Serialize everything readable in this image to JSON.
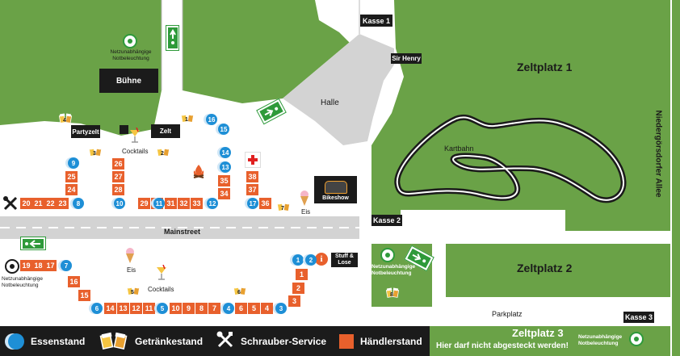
{
  "map": {
    "areas": {
      "zeltplatz1": "Zeltplatz 1",
      "zeltplatz2": "Zeltplatz 2",
      "zeltplatz3": "Zeltplatz 3",
      "zeltplatz3_note": "Hier darf nicht abgesteckt werden!",
      "halle": "Halle",
      "kartbahn": "Kartbahn",
      "parkplatz": "Parkplatz",
      "mainstreet": "Mainstreet",
      "allee": "Niedergörsdorfer Allee",
      "cocktails": "Cocktails",
      "eis": "Eis"
    },
    "blocks": {
      "buehne": "Bühne",
      "partyzelt": "Partyzelt",
      "zelt": "Zelt",
      "kasse1": "Kasse 1",
      "kasse2": "Kasse 2",
      "kasse3": "Kasse 3",
      "sir_henry": "Sir Henry",
      "stuff_lose": "Stuff & Lose",
      "bikeshow": "Bikeshow",
      "emergency_light": "Netzunabhängige Notbeleuchtung"
    },
    "colors": {
      "grass": "#6aa247",
      "road": "#d3d3d3",
      "haendler": "#e8602c",
      "essen": "#1e8fd6",
      "block": "#1b1b1b",
      "exit": "#2e9a3a"
    },
    "haendler": [
      "1",
      "2",
      "3",
      "4",
      "5",
      "6",
      "7",
      "8",
      "9",
      "10",
      "11",
      "12",
      "13",
      "14",
      "15",
      "16",
      "17",
      "18",
      "19",
      "20",
      "21",
      "22",
      "23",
      "24",
      "25",
      "26",
      "27",
      "28",
      "29",
      "30",
      "31",
      "32",
      "33",
      "34",
      "35",
      "36",
      "37",
      "38"
    ],
    "essen": [
      "1",
      "2",
      "3",
      "4",
      "5",
      "6",
      "7",
      "8",
      "9",
      "10",
      "11",
      "12",
      "13",
      "14",
      "15",
      "16",
      "17"
    ],
    "getraenke": [
      "1",
      "2",
      "3",
      "4",
      "5",
      "6",
      "7",
      "8"
    ]
  },
  "legend": {
    "essen": "Essenstand",
    "getraenke": "Getränkestand",
    "schrauber": "Schrauber-Service",
    "haendler": "Händlerstand"
  }
}
